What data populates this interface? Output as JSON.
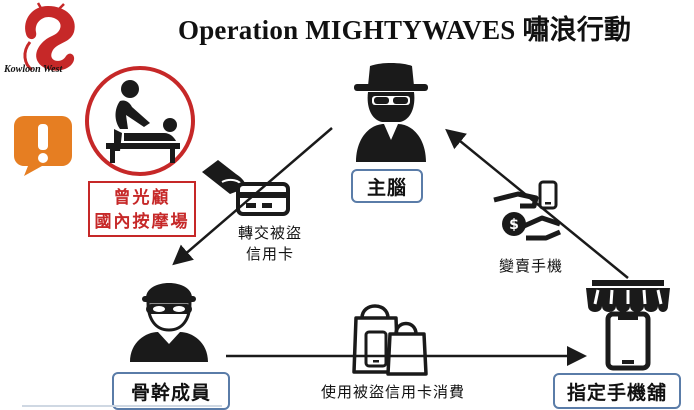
{
  "title": "Operation MIGHTYWAVES 嘯浪行動",
  "logo_text": "Kowloon West",
  "nodes": {
    "mastermind": {
      "label": "主腦"
    },
    "core_member": {
      "label": "骨幹成員"
    },
    "phone_shop": {
      "label": "指定手機舖"
    }
  },
  "person_note": {
    "line1": "曾光顧",
    "line2": "國內按摩場"
  },
  "edges": {
    "transfer": {
      "line1": "轉交被盜",
      "line2": "信用卡"
    },
    "resell": {
      "label": "變賣手機"
    },
    "purchase": {
      "label": "使用被盜信用卡消費"
    }
  },
  "colors": {
    "accent_blue": "#5a7ca8",
    "alert_red": "#c62828",
    "alert_orange": "#e67e22"
  }
}
